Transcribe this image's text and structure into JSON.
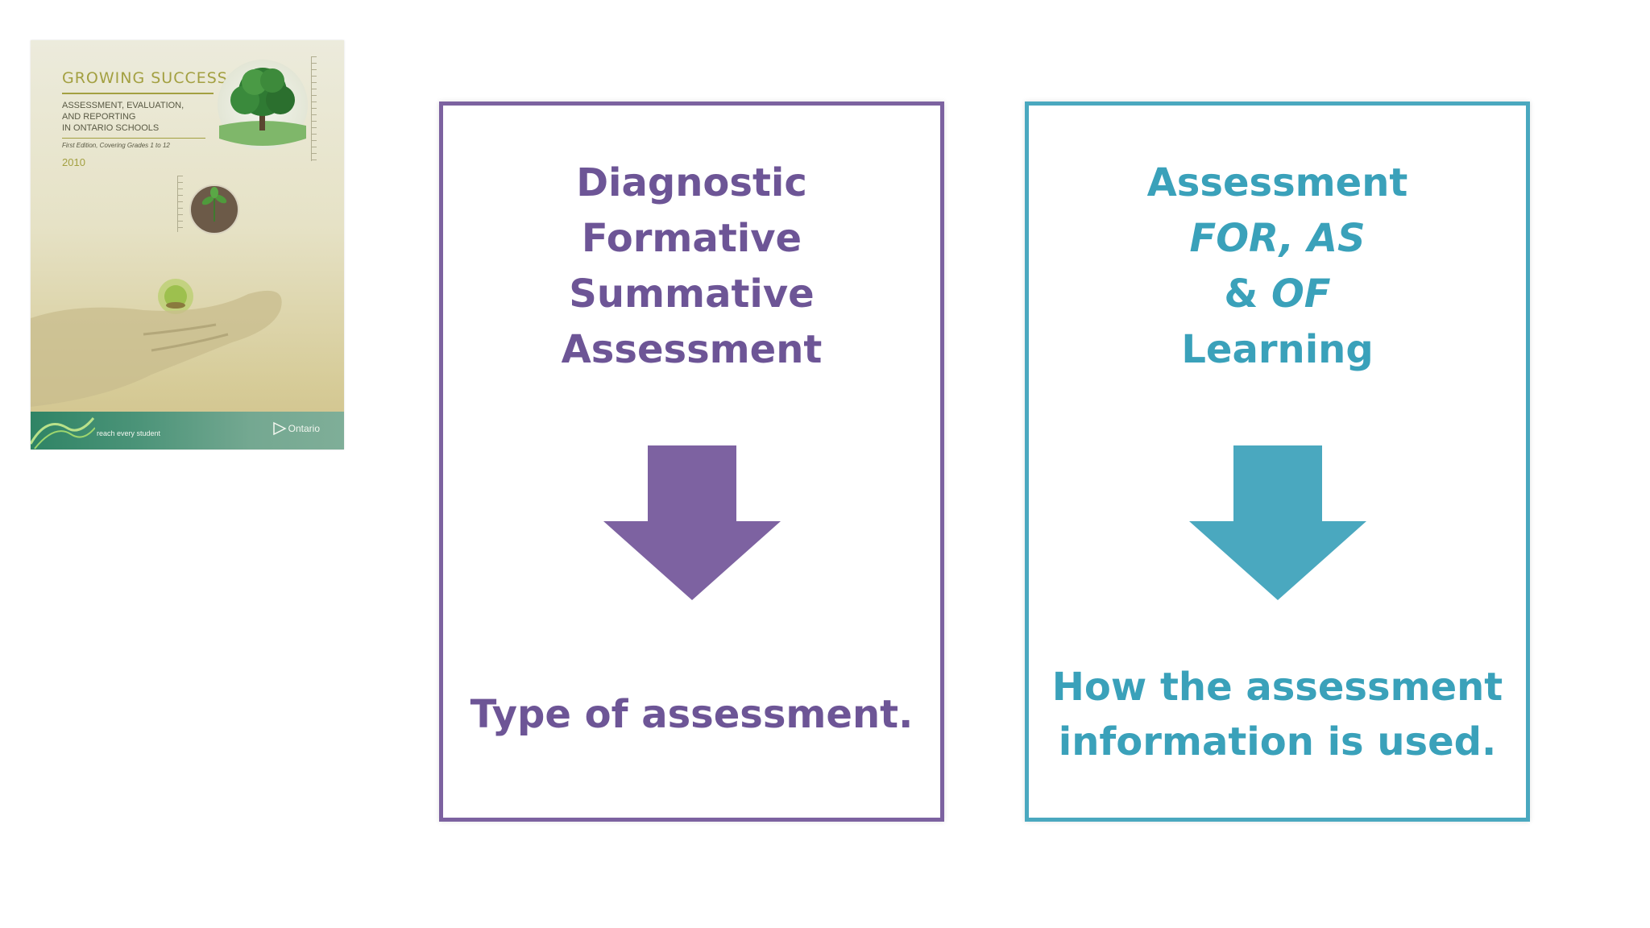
{
  "cover": {
    "title": "GROWING SUCCESS",
    "subtitle_lines": [
      "ASSESSMENT, EVALUATION,",
      "AND REPORTING",
      "IN ONTARIO SCHOOLS"
    ],
    "edition": "First Edition, Covering Grades 1 to 12",
    "year": "2010",
    "tagline": "reach every student",
    "publisher": "Ontario"
  },
  "left_panel": {
    "heading_lines": [
      "Diagnostic",
      "Formative",
      "Summative",
      "Assessment"
    ],
    "footer": "Type of assessment.",
    "color": "#7c62a0",
    "icon": "down-arrow-icon"
  },
  "right_panel": {
    "heading_line1": "Assessment",
    "heading_line2": "FOR, AS",
    "heading_line3_prefix": "& ",
    "heading_line3_italic": "OF",
    "heading_line4": "Learning",
    "footer_lines": [
      "How the assessment",
      "information is used."
    ],
    "color": "#4aa8bf",
    "icon": "down-arrow-icon"
  }
}
